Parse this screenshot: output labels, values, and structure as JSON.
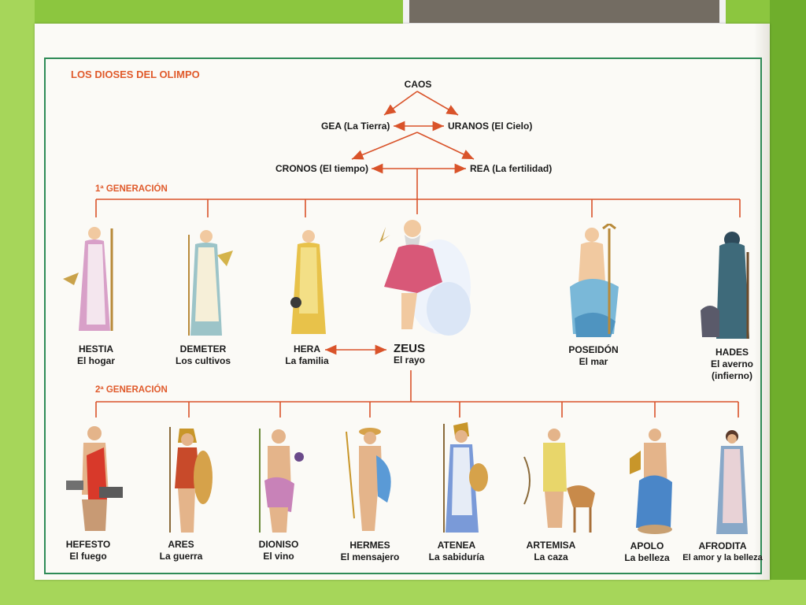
{
  "title": "LOS DIOSES DEL OLIMPO",
  "origin": {
    "caos": "CAOS",
    "gea": "GEA (La Tierra)",
    "uranos": "URANOS (El Cielo)",
    "cronos": "CRONOS  (El tiempo)",
    "rea": "REA (La fertilidad)"
  },
  "gen1_label": "1ª GENERACIÓN",
  "gen2_label": "2ª GENERACIÓN",
  "gen1": [
    {
      "name": "HESTIA",
      "role": "El hogar"
    },
    {
      "name": "DEMETER",
      "role": "Los cultivos"
    },
    {
      "name": "HERA",
      "role": "La familia"
    },
    {
      "name": "ZEUS",
      "role": "El rayo"
    },
    {
      "name": "POSEIDÓN",
      "role": "El mar"
    },
    {
      "name": "HADES",
      "role": "El averno",
      "role2": "(infierno)"
    }
  ],
  "gen2": [
    {
      "name": "HEFESTO",
      "role": "El fuego"
    },
    {
      "name": "ARES",
      "role": "La guerra"
    },
    {
      "name": "DIONISO",
      "role": "El vino"
    },
    {
      "name": "HERMES",
      "role": "El mensajero"
    },
    {
      "name": "ATENEA",
      "role": "La sabiduría"
    },
    {
      "name": "ARTEMISA",
      "role": "La caza"
    },
    {
      "name": "APOLO",
      "role": "La belleza"
    },
    {
      "name": "AFRODITA",
      "role": "El amor y la belleza"
    }
  ],
  "colors": {
    "background": "#8cc63f",
    "frame": "#2e8b57",
    "arrow": "#d9532a",
    "accent_text": "#e05a2b",
    "paper": "#fbfaf6"
  }
}
